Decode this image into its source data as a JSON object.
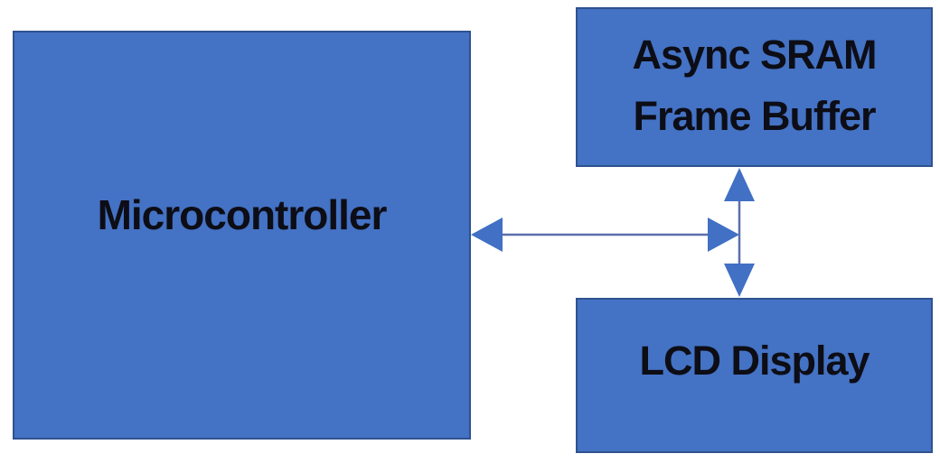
{
  "diagram": {
    "title": "Microcontroller LCD frame buffer block diagram",
    "background_color": "#ffffff",
    "box_fill_color": "#4472c4",
    "box_border_color": "#2f528f",
    "text_color": "#0d0d16",
    "arrow_color": "#4170c4",
    "arrow_line_color": "#5b6fae",
    "nodes": {
      "microcontroller": {
        "label": "Microcontroller"
      },
      "sram": {
        "label_line1": "Async SRAM",
        "label_line2": "Frame Buffer"
      },
      "lcd": {
        "label": "LCD Display"
      }
    },
    "connectors": {
      "horizontal": {
        "from": "Microcontroller",
        "to": "vertical bus junction",
        "direction": "bidirectional"
      },
      "vertical": {
        "from": "Async SRAM Frame Buffer",
        "to": "LCD Display",
        "direction": "bidirectional"
      }
    }
  }
}
